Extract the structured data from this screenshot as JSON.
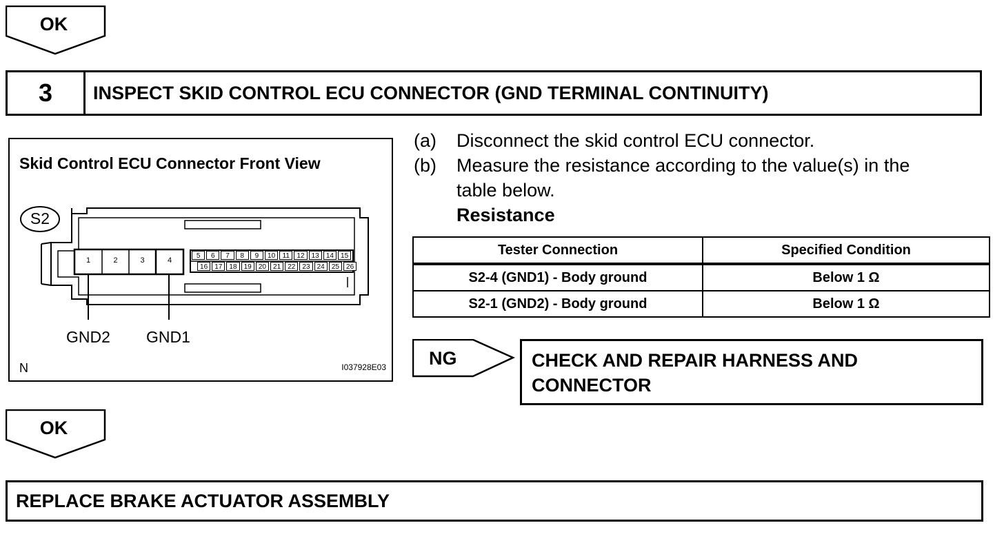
{
  "ok_top": {
    "label": "OK"
  },
  "step": {
    "number": "3",
    "title": "INSPECT SKID CONTROL ECU CONNECTOR (GND TERMINAL CONTINUITY)"
  },
  "diagram": {
    "title": "Skid Control ECU Connector Front View",
    "connector_id": "S2",
    "big_pins": [
      "1",
      "2",
      "3",
      "4"
    ],
    "small_pins_top": [
      "5",
      "6",
      "7",
      "8",
      "9",
      "10",
      "11",
      "12",
      "13",
      "14",
      "15"
    ],
    "small_pins_bottom": [
      "16",
      "17",
      "18",
      "19",
      "20",
      "21",
      "22",
      "23",
      "24",
      "25",
      "26"
    ],
    "label_gnd2": "GND2",
    "label_gnd1": "GND1",
    "corner_letter": "N",
    "figure_code": "I037928E03"
  },
  "instructions": {
    "a_marker": "(a)",
    "a_text": "Disconnect the skid control ECU connector.",
    "b_marker": "(b)",
    "b_text_line1": "Measure the resistance according to the value(s) in the",
    "b_text_line2": "table below.",
    "resistance_heading": "Resistance"
  },
  "table": {
    "headers": [
      "Tester Connection",
      "Specified Condition"
    ],
    "rows": [
      [
        "S2-4 (GND1) - Body ground",
        "Below 1 Ω"
      ],
      [
        "S2-1 (GND2) - Body ground",
        "Below 1 Ω"
      ]
    ]
  },
  "ng": {
    "label": "NG",
    "result_line1": "CHECK AND REPAIR HARNESS AND",
    "result_line2": "CONNECTOR"
  },
  "ok_bottom": {
    "label": "OK"
  },
  "final": {
    "text": "REPLACE BRAKE ACTUATOR ASSEMBLY"
  }
}
